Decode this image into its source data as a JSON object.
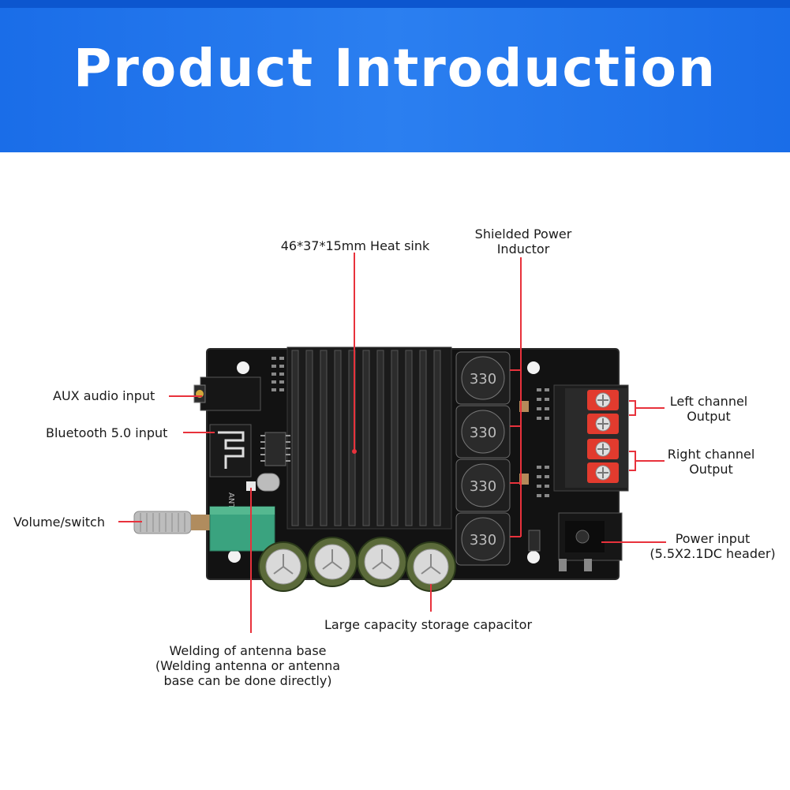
{
  "banner": {
    "title": "Product Introduction"
  },
  "colors": {
    "banner": "#1a6de8",
    "callout": "#e8323c",
    "board": "#111111",
    "terminal": "#e23b2e",
    "pot": "#3aa37f"
  },
  "labels": {
    "heatsink": "46*37*15mm Heat sink",
    "inductor_line1": "Shielded Power",
    "inductor_line2": "Inductor",
    "aux": "AUX audio input",
    "bluetooth": "Bluetooth 5.0 input",
    "volume": "Volume/switch",
    "left_line1": "Left channel",
    "left_line2": "Output",
    "right_line1": "Right channel",
    "right_line2": "Output",
    "power_line1": "Power input",
    "power_line2": "(5.5X2.1DC header)",
    "capacitor": "Large capacity storage capacitor",
    "antenna_line1": "Welding of antenna base",
    "antenna_line2": "(Welding antenna or antenna",
    "antenna_line3": "base can be done directly)"
  },
  "board": {
    "inductor_marking": "330",
    "antenna_marking": "ANT"
  }
}
